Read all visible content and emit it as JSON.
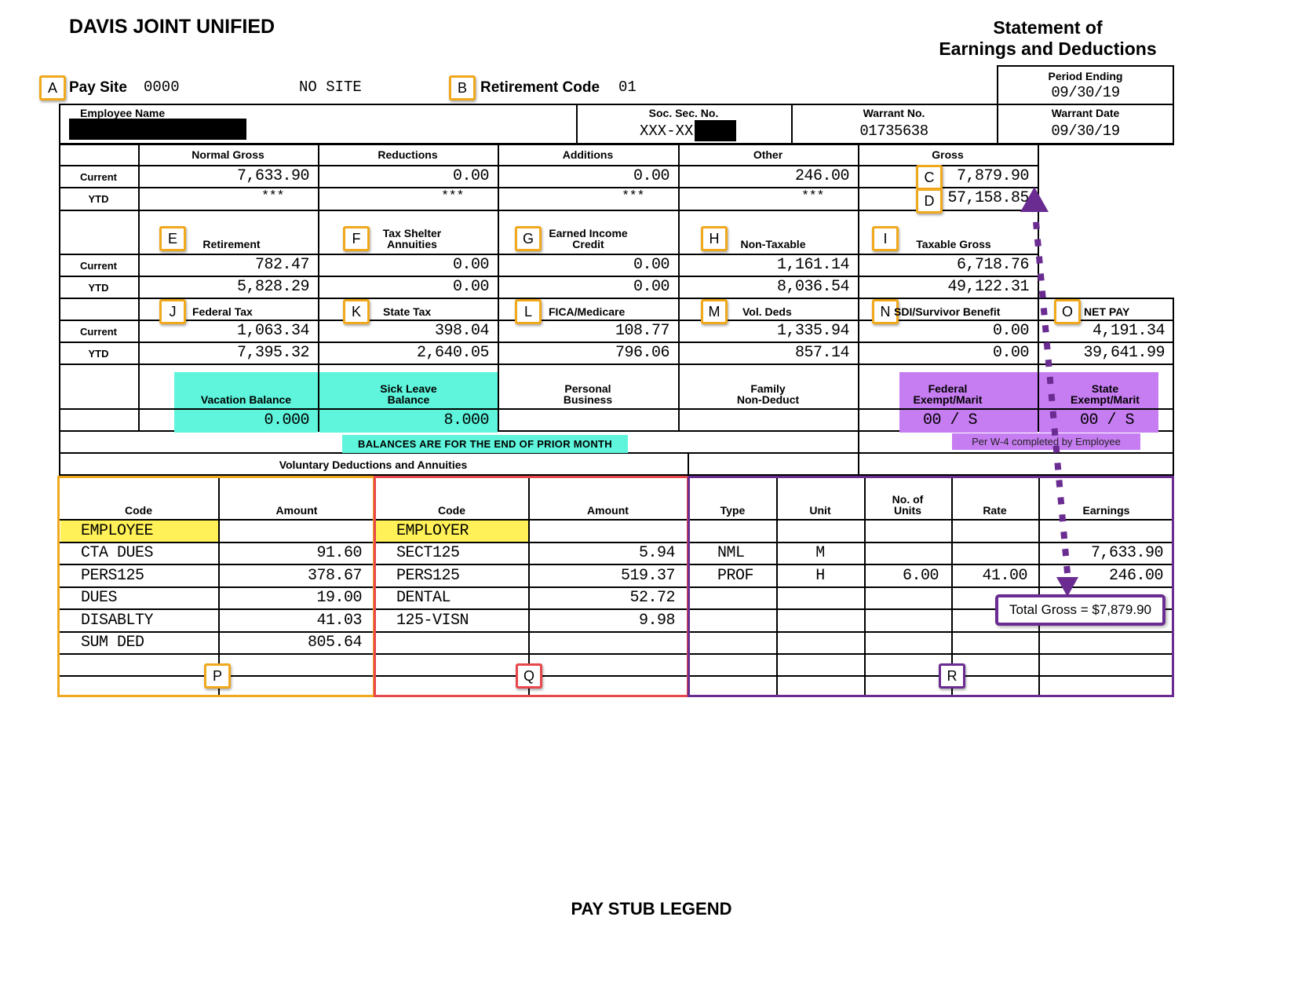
{
  "header": {
    "district": "DAVIS JOINT UNIFIED",
    "title_line1": "Statement of",
    "title_line2": "Earnings and Deductions",
    "pay_site_label": "Pay Site",
    "pay_site_code": "0000",
    "pay_site_name": "NO SITE",
    "retirement_code_label": "Retirement Code",
    "retirement_code": "01",
    "period_ending_label": "Period Ending",
    "period_ending": "09/30/19",
    "employee_name_label": "Employee Name",
    "ssn_label": "Soc. Sec. No.",
    "ssn_value": "XXX-XX-",
    "warrant_no_label": "Warrant No.",
    "warrant_no": "01735638",
    "warrant_date_label": "Warrant Date",
    "warrant_date": "09/30/19"
  },
  "badges": [
    "A",
    "B",
    "C",
    "D",
    "E",
    "F",
    "G",
    "H",
    "I",
    "J",
    "K",
    "L",
    "M",
    "N",
    "O",
    "P",
    "Q",
    "R"
  ],
  "row_labels": {
    "current": "Current",
    "ytd": "YTD"
  },
  "gross_section": {
    "headers": [
      "Normal Gross",
      "Reductions",
      "Additions",
      "Other",
      "Gross"
    ],
    "current": [
      "7,633.90",
      "0.00",
      "0.00",
      "246.00",
      "7,879.90"
    ],
    "ytd": [
      "***",
      "***",
      "***",
      "***",
      "57,158.85"
    ]
  },
  "taxable_section": {
    "headers": [
      "Retirement",
      "Tax Shelter Annuities",
      "Earned Income Credit",
      "Non-Taxable",
      "Taxable Gross"
    ],
    "header_lines": [
      [
        "Retirement"
      ],
      [
        "Tax Shelter",
        "Annuities"
      ],
      [
        "Earned Income",
        "Credit"
      ],
      [
        "Non-Taxable"
      ],
      [
        "Taxable Gross"
      ]
    ],
    "current": [
      "782.47",
      "0.00",
      "0.00",
      "1,161.14",
      "6,718.76"
    ],
    "ytd": [
      "5,828.29",
      "0.00",
      "0.00",
      "8,036.54",
      "49,122.31"
    ]
  },
  "tax_section": {
    "headers": [
      "Federal Tax",
      "State Tax",
      "FICA/Medicare",
      "Vol. Deds",
      "SDI/Survivor Benefit",
      "NET PAY"
    ],
    "current": [
      "1,063.34",
      "398.04",
      "108.77",
      "1,335.94",
      "0.00",
      "4,191.34"
    ],
    "ytd": [
      "7,395.32",
      "2,640.05",
      "796.06",
      "857.14",
      "0.00",
      "39,641.99"
    ]
  },
  "balances_section": {
    "vacation_label": "Vacation Balance",
    "sick_label_1": "Sick Leave",
    "sick_label_2": "Balance",
    "personal_label_1": "Personal",
    "personal_label_2": "Business",
    "family_label_1": "Family",
    "family_label_2": "Non-Deduct",
    "federal_label_1": "Federal",
    "federal_label_2": "Exempt/Marit",
    "state_label_1": "State",
    "state_label_2": "Exempt/Marit",
    "vacation_value": "0.000",
    "sick_value": "8.000",
    "federal_value": "00 / S",
    "state_value": "00 / S",
    "balances_note": "BALANCES ARE FOR THE END OF PRIOR MONTH",
    "w4_note": "Per W-4 completed by Employee"
  },
  "voluntary": {
    "title": "Voluntary Deductions and Annuities",
    "employee": {
      "headers": [
        "Code",
        "Amount"
      ],
      "group_label": "EMPLOYEE",
      "rows": [
        {
          "code": "CTA DUES",
          "amount": "91.60"
        },
        {
          "code": "PERS125",
          "amount": "378.67"
        },
        {
          "code": "DUES",
          "amount": "19.00"
        },
        {
          "code": "DISABLTY",
          "amount": "41.03"
        },
        {
          "code": "SUM DED",
          "amount": "805.64"
        }
      ]
    },
    "employer": {
      "headers": [
        "Code",
        "Amount"
      ],
      "group_label": "EMPLOYER",
      "rows": [
        {
          "code": "SECT125",
          "amount": "5.94"
        },
        {
          "code": "PERS125",
          "amount": "519.37"
        },
        {
          "code": "DENTAL",
          "amount": "52.72"
        },
        {
          "code": "125-VISN",
          "amount": "9.98"
        }
      ]
    }
  },
  "earnings": {
    "headers": [
      "Type",
      "Unit",
      "No. of Units",
      "Rate",
      "Earnings"
    ],
    "units_header_1": "No. of",
    "units_header_2": "Units",
    "rows": [
      {
        "type": "NML",
        "unit": "M",
        "units": "",
        "rate": "",
        "earnings": "7,633.90"
      },
      {
        "type": "PROF",
        "unit": "H",
        "units": "6.00",
        "rate": "41.00",
        "earnings": "246.00"
      }
    ],
    "callout": "Total Gross = $7,879.90"
  },
  "footer": {
    "legend_title": "PAY STUB LEGEND"
  },
  "colors": {
    "badge_orange": "#f0a81c",
    "badge_red": "#e8474c",
    "badge_purple": "#6a2c91",
    "teal": "#5ef5dc",
    "lavender": "#c77df2",
    "yellow": "#fff157"
  }
}
